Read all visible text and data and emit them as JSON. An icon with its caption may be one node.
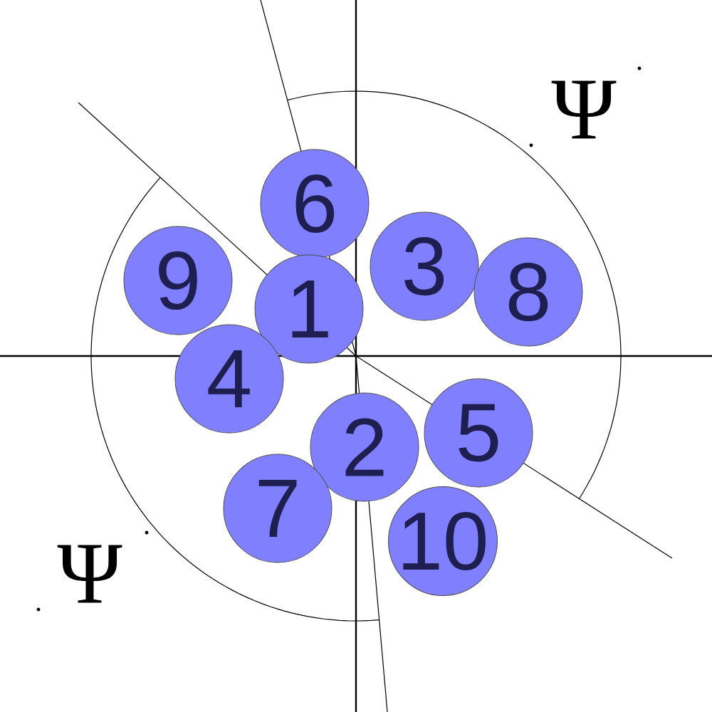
{
  "diagram": {
    "nodes": [
      {
        "text": [
          "6"
        ]
      },
      {
        "text": [
          "3"
        ]
      },
      {
        "text": [
          "9"
        ]
      },
      {
        "text": [
          "8"
        ]
      },
      {
        "text": [
          "1"
        ]
      },
      {
        "text": [
          "4"
        ]
      },
      {
        "text": [
          "2"
        ]
      },
      {
        "text": [
          "5"
        ]
      },
      {
        "text": [
          "7"
        ]
      },
      {
        "text": [
          "10"
        ]
      }
    ],
    "labels": [
      "Ψ",
      "Ψ"
    ]
  }
}
